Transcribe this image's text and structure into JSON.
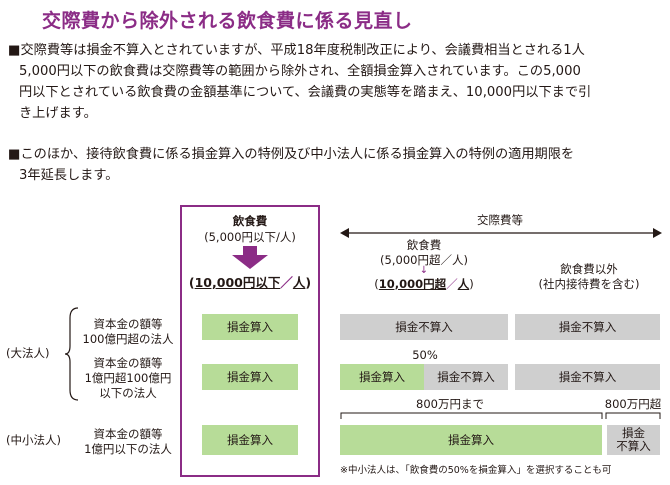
{
  "title": "交際費から除外される飲食費に係る見直し",
  "para1": [
    "■交際費等は損金不算入とされていますが、平成18年度税制改正により、会議費相当とされる1人",
    "5,000円以下の飲食費は交際費等の範囲から除外され、全額損金算入されています。この5,000",
    "円以下とされている飲食費の金額基準について、会議費の実態等を踏まえ、10,000円以下まで引",
    "き上げます。"
  ],
  "para2": [
    "■このほか、接待飲食費に係る損金算入の特例及び中小法人に係る損金算入の特例の適用期限を",
    "3年延長します。"
  ],
  "diagram": {
    "col1": {
      "head": "飲食費",
      "sub": "(5,000円以下/人)",
      "new_open": "(",
      "new_value": "10,000円以下",
      "new_sep": "／",
      "new_unit": "人",
      "new_close": ")"
    },
    "kousai_label": "交際費等",
    "col2": {
      "head": "飲食費",
      "sub": "(5,000円超／人)",
      "arrow": "↓",
      "new_open": "(",
      "new_value": "10,000円超",
      "new_sep": "／",
      "new_unit": "人",
      "new_close": ")"
    },
    "col3": {
      "head": "飲食費以外",
      "sub": "(社内接待費を含む)"
    },
    "groups": {
      "large": "(大法人)",
      "small": "(中小法人)"
    },
    "rows": {
      "row1_label": [
        "資本金の額等",
        "100億円超の法人"
      ],
      "row2_label": [
        "資本金の額等",
        "1億円超100億円",
        "以下の法人"
      ],
      "row3_label": [
        "資本金の額等",
        "1億円以下の法人"
      ]
    },
    "cells": {
      "sonkin_sannyu": "損金算入",
      "sonkin_fusannyu": "損金不算入",
      "percent": "50%",
      "limit_below": "800万円まで",
      "limit_above": "800万円超",
      "small_fusannyu_1": "損金",
      "small_fusannyu_2": "不算入"
    },
    "note": "※中小法人は、「飲食費の50%を損金算入」を選択することも可"
  },
  "colors": {
    "accent": "#8b2c86",
    "green": "#b7dc98",
    "gray": "#cfcfcf"
  }
}
